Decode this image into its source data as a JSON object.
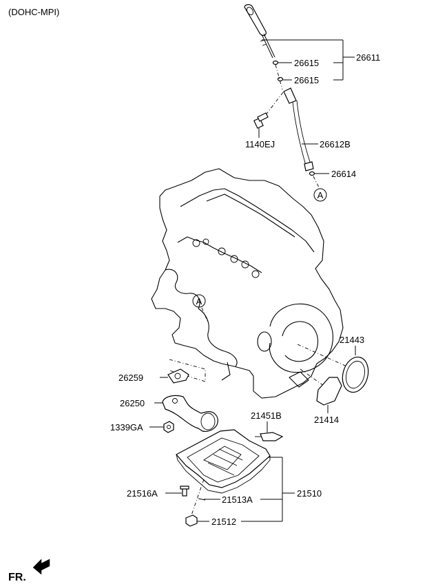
{
  "header": {
    "variant": "(DOHC-MPI)"
  },
  "footer": {
    "direction_label": "FR."
  },
  "callouts": {
    "dipstick_assy": "26611",
    "o_ring_upper": "26615",
    "o_ring_lower": "26615",
    "bolt_1140": "1140EJ",
    "guide_tube": "26612B",
    "o_ring_tube": "26614",
    "ref_a_top": "A",
    "ref_a_engine": "A",
    "seal_rear": "21443",
    "cover_plate": "21414",
    "bracket_21451": "21451B",
    "gasket_26259": "26259",
    "strainer_26250": "26250",
    "nut_1339": "1339GA",
    "oil_pan": "21510",
    "bolt_21516": "21516A",
    "gasket_21513": "21513A",
    "drain_plug": "21512"
  }
}
